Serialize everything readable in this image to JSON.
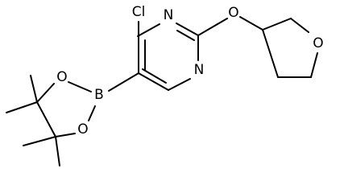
{
  "atoms": {
    "cl": "Cl",
    "n_top": "N",
    "n_bottom": "N",
    "o_ether": "O",
    "o_ring": "O",
    "b": "B",
    "o_boron_top": "O",
    "o_boron_bottom": "O"
  }
}
